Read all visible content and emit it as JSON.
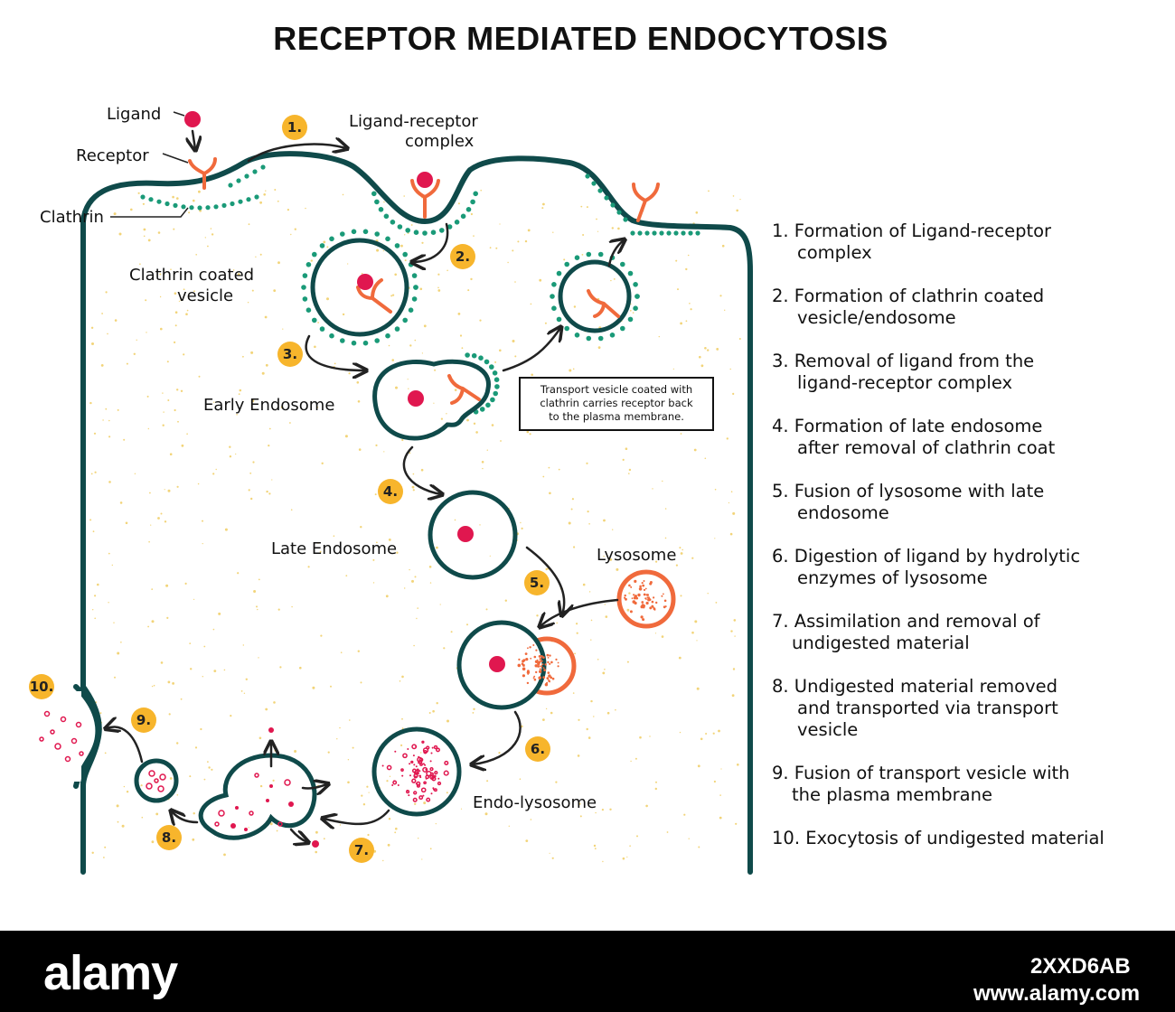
{
  "title": "RECEPTOR MEDIATED ENDOCYTOSIS",
  "labels": {
    "ligand": "Ligand",
    "receptor": "Receptor",
    "clathrin": "Clathrin",
    "ligand_receptor_complex_1": "Ligand-receptor",
    "ligand_receptor_complex_2": "complex",
    "clathrin_vesicle_1": "Clathrin coated",
    "clathrin_vesicle_2": "vesicle",
    "early_endosome": "Early Endosome",
    "late_endosome": "Late Endosome",
    "lysosome": "Lysosome",
    "endo_lysosome": "Endo-lysosome"
  },
  "callout": {
    "line1": "Transport vesicle coated with",
    "line2": "clathrin carries receptor back",
    "line3": "to the plasma membrane."
  },
  "step_badges": [
    "1.",
    "2.",
    "3.",
    "4.",
    "5.",
    "6.",
    "7.",
    "8.",
    "9.",
    "10."
  ],
  "legend": [
    {
      "line1": "1. Formation of Ligand-receptor",
      "line2": "complex"
    },
    {
      "line1": "2. Formation of clathrin coated",
      "line2": "vesicle/endosome"
    },
    {
      "line1": "3. Removal of ligand from the",
      "line2": "ligand-receptor complex"
    },
    {
      "line1": "4. Formation of late endosome",
      "line2": "after removal of clathrin coat"
    },
    {
      "line1": "5. Fusion of lysosome with late",
      "line2": "endosome"
    },
    {
      "line1": "6. Digestion of ligand by hydrolytic",
      "line2": "enzymes of lysosome"
    },
    {
      "line1": "7. Assimilation and removal of",
      "line2": "undigested material"
    },
    {
      "line1": "8. Undigested material removed",
      "line2": "and transported via transport",
      "line3": "vesicle"
    },
    {
      "line1": "9. Fusion of transport vesicle with",
      "line2": "the plasma membrane"
    },
    {
      "line1": "10. Exocytosis of undigested material"
    }
  ],
  "colors": {
    "membrane": "#0f4a4a",
    "clathrin": "#1a9a78",
    "ligand": "#e0174f",
    "receptor": "#f06a3c",
    "lysosome": "#f06a3c",
    "badge": "#f7b52c",
    "cytoplasm_dots": "#f2d479"
  },
  "watermark": {
    "logo": "alamy",
    "image_id": "2XXD6AB",
    "site": "www.alamy.com"
  }
}
